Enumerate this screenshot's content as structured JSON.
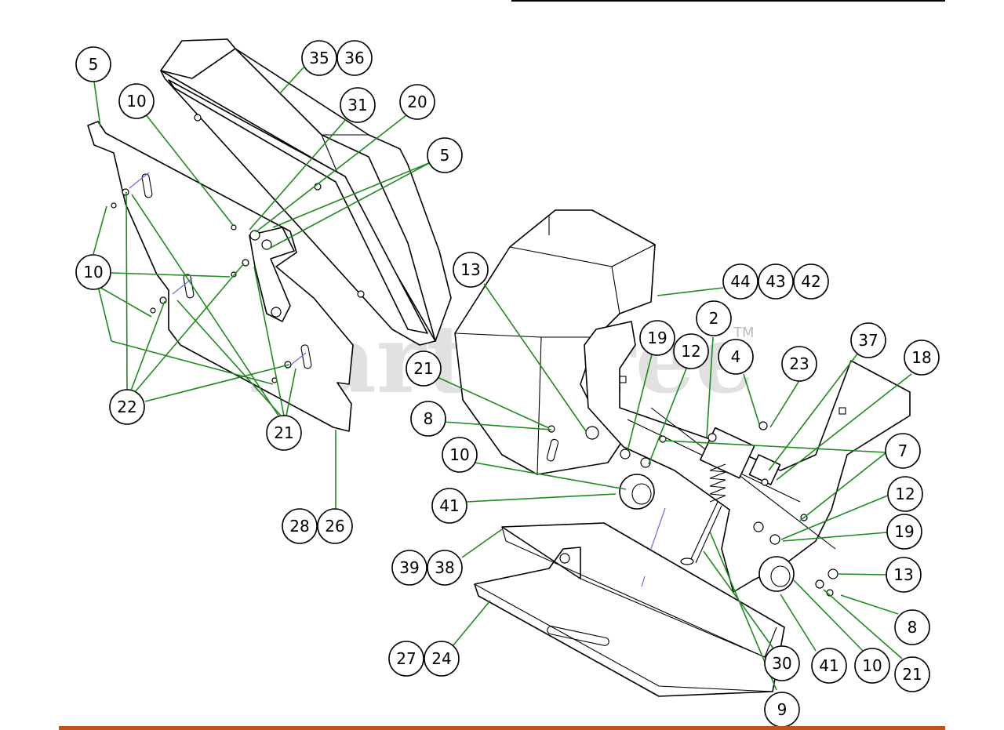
{
  "watermark": {
    "text": "PartsTree",
    "tm": "TM"
  },
  "colors": {
    "leader": "#1f8a1f",
    "hidden_line": "#6a6af0",
    "footer_bar": "#c0521a"
  },
  "callouts": [
    {
      "label": "5"
    },
    {
      "label": "35"
    },
    {
      "label": "36"
    },
    {
      "label": "10"
    },
    {
      "label": "31"
    },
    {
      "label": "20"
    },
    {
      "label": "5"
    },
    {
      "label": "10"
    },
    {
      "label": "22"
    },
    {
      "label": "21"
    },
    {
      "label": "28"
    },
    {
      "label": "26"
    },
    {
      "label": "13"
    },
    {
      "label": "44"
    },
    {
      "label": "43"
    },
    {
      "label": "42"
    },
    {
      "label": "2"
    },
    {
      "label": "19"
    },
    {
      "label": "12"
    },
    {
      "label": "4"
    },
    {
      "label": "23"
    },
    {
      "label": "37"
    },
    {
      "label": "18"
    },
    {
      "label": "21"
    },
    {
      "label": "8"
    },
    {
      "label": "7"
    },
    {
      "label": "10"
    },
    {
      "label": "12"
    },
    {
      "label": "41"
    },
    {
      "label": "19"
    },
    {
      "label": "39"
    },
    {
      "label": "38"
    },
    {
      "label": "13"
    },
    {
      "label": "8"
    },
    {
      "label": "27"
    },
    {
      "label": "24"
    },
    {
      "label": "30"
    },
    {
      "label": "41"
    },
    {
      "label": "10"
    },
    {
      "label": "21"
    },
    {
      "label": "9"
    }
  ]
}
